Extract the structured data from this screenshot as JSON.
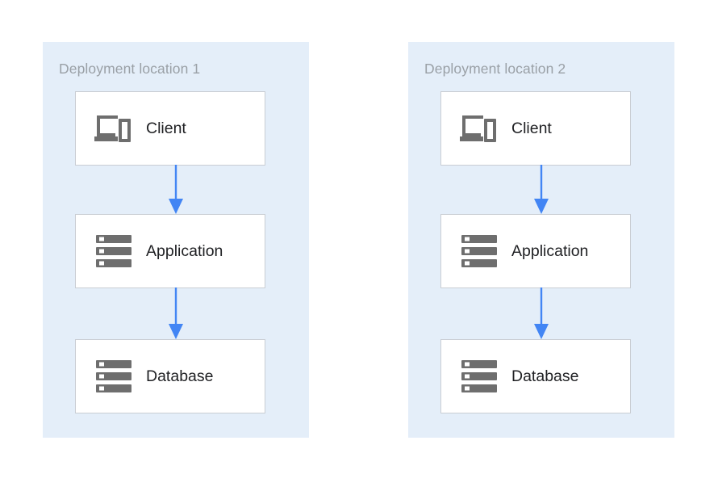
{
  "diagram": {
    "type": "deployment-architecture",
    "colors": {
      "panel_background": "#E4EEF9",
      "node_background": "#FFFFFF",
      "node_border": "#C9CDD3",
      "arrow": "#4285F4",
      "icon": "#6E6E6E",
      "title_text": "#9AA0A6",
      "label_text": "#202124",
      "page_background": "#FFFFFF"
    },
    "panels": [
      {
        "id": "deployment-location-1",
        "title": "Deployment location 1",
        "nodes": [
          {
            "id": "client",
            "label": "Client",
            "icon": "devices-icon"
          },
          {
            "id": "application",
            "label": "Application",
            "icon": "server-icon"
          },
          {
            "id": "database",
            "label": "Database",
            "icon": "server-icon"
          }
        ],
        "connections": [
          {
            "from": "client",
            "to": "application",
            "direction": "down"
          },
          {
            "from": "application",
            "to": "database",
            "direction": "down"
          }
        ]
      },
      {
        "id": "deployment-location-2",
        "title": "Deployment location 2",
        "nodes": [
          {
            "id": "client",
            "label": "Client",
            "icon": "devices-icon"
          },
          {
            "id": "application",
            "label": "Application",
            "icon": "server-icon"
          },
          {
            "id": "database",
            "label": "Database",
            "icon": "server-icon"
          }
        ],
        "connections": [
          {
            "from": "client",
            "to": "application",
            "direction": "down"
          },
          {
            "from": "application",
            "to": "database",
            "direction": "down"
          }
        ]
      }
    ]
  }
}
